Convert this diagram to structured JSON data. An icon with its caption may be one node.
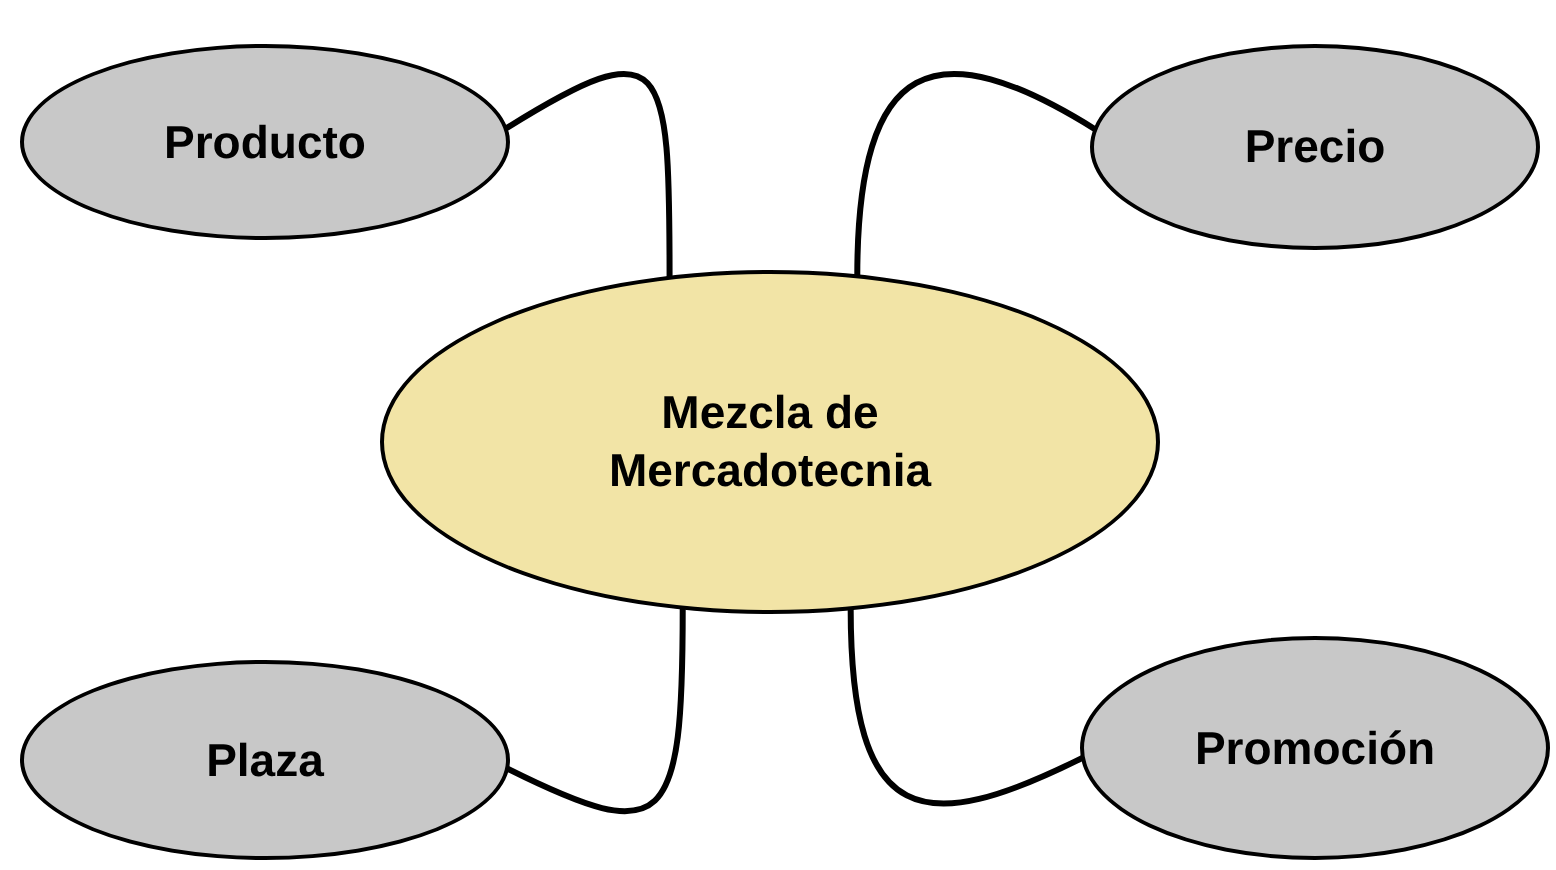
{
  "diagram": {
    "nodes": [
      {
        "text": [
          "Producto"
        ]
      },
      {
        "text": [
          "Precio"
        ]
      },
      {
        "text": [
          "Mezcla de Mercadotecnia"
        ]
      },
      {
        "text": [
          "Plaza"
        ]
      },
      {
        "text": [
          "Promoción"
        ]
      }
    ],
    "edges": [
      {
        "from": 2,
        "to": 0,
        "arrow": "none"
      },
      {
        "from": 2,
        "to": 1,
        "arrow": "none"
      },
      {
        "from": 2,
        "to": 3,
        "arrow": "none"
      },
      {
        "from": 2,
        "to": 4,
        "arrow": "none"
      }
    ]
  }
}
